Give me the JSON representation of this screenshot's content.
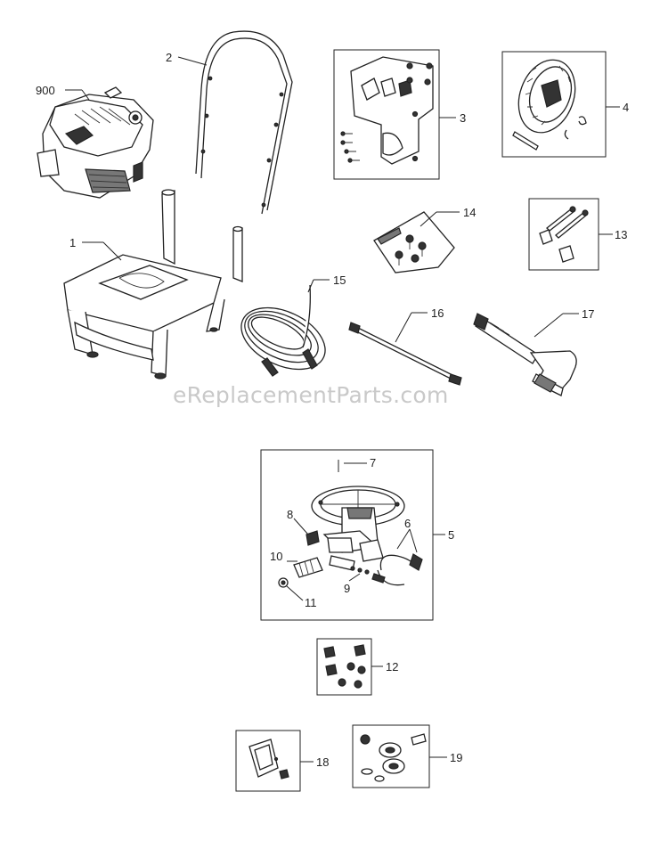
{
  "watermark": "eReplacementParts.com",
  "callouts": {
    "engine": "900",
    "handle": "2",
    "frame": "1",
    "panel_kit": "3",
    "wheel_kit": "4",
    "hardware_bag": "14",
    "bolt_kit": "13",
    "hose": "15",
    "lance": "16",
    "gun": "17",
    "pump_pin": "7",
    "pump": "5",
    "pump_part_8": "8",
    "pump_part_6": "6",
    "pump_part_10": "10",
    "pump_part_9": "9",
    "pump_part_11": "11",
    "pump_hardware": "12",
    "bracket_kit": "18",
    "axle_kit": "19"
  },
  "colors": {
    "line": "#222222",
    "watermark": "#c9c9c9",
    "background": "#ffffff"
  }
}
